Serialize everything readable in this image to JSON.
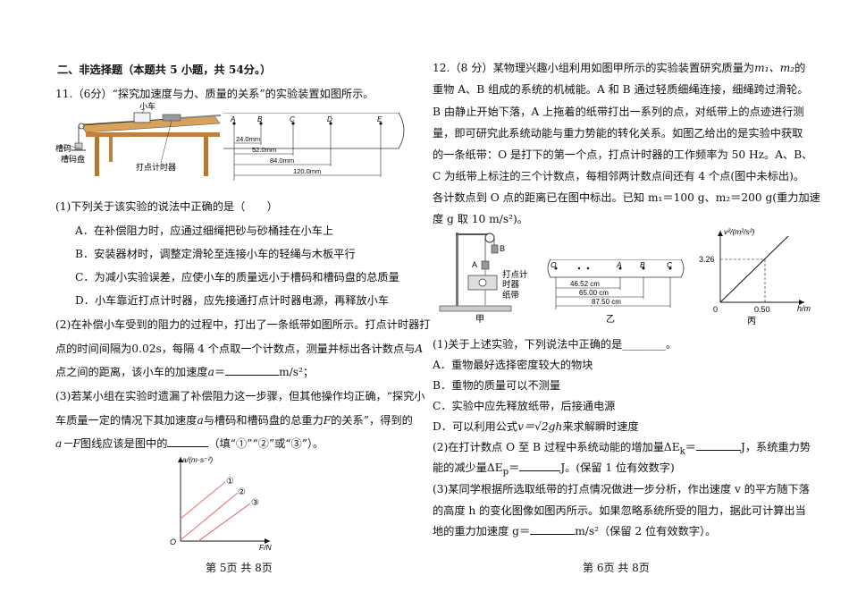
{
  "left": {
    "section_title": "二、非选择题（本题共 5 小题，共 54分。）",
    "q11": {
      "stem": "11.（6分）“探究加速度与力、质量的关系”的实验装置如图所示。",
      "fig": {
        "car": "小车",
        "hook": "槽码",
        "tray": "槽码盘",
        "timer": "打点计时器",
        "tape_points": [
          "A",
          "B",
          "C",
          "D",
          "E"
        ],
        "dims": [
          "24.0mm",
          "52.0mm",
          "84.0mm",
          "120.0mm"
        ]
      },
      "p1": "(1)下列关于该实验的说法中正确的是（　　）",
      "options": [
        "A．在补偿阻力时，应通过细绳把砂与砂桶挂在小车上",
        "B．安装器材时，调整定滑轮至连接小车的轻绳与木板平行",
        "C．为减小实验误差，应使小车的质量远小于槽码和槽码盘的总质量",
        "D．小车靠近打点计时器，应先接通打点计时器电源，再释放小车"
      ],
      "p2_l1": "(2)在补偿小车受到的阻力的过程中，打出了一条纸带如图所示。打点计时器打",
      "p2_l2": "点的时间间隔为0.02s，每隔 4 个点取一个计数点，测量并标出各计数点与",
      "p2_l2_var": "A",
      "p2_l3a": "点之间的距离，该小车的加速度",
      "p2_l3_var": "a",
      "p2_l3b": "＝",
      "p2_l3_unit": "m/s²；",
      "p3_l1": "(3)若某小组在实验时遗漏了补偿阻力这一步骤，但其他操作均正确，“探究小",
      "p3_l2a": "车质量一定的情况下其加速度",
      "p3_l2_a": "a",
      "p3_l2b": "与槽码和槽码盘的总重力",
      "p3_l2_F": "F",
      "p3_l2c": "的关系”，得到的",
      "p3_l3_var": "a－F",
      "p3_l3a": "图线应该是图中的",
      "p3_l3b": "（填“①”“②”或“③”）。",
      "graph": {
        "ylabel": "a/(m·s⁻²)",
        "xlabel": "F/N",
        "origin": "O",
        "lines": [
          "①",
          "②",
          "③"
        ]
      }
    },
    "footer": "第 5页  共 8页"
  },
  "right": {
    "q12": {
      "l1a": "12.（8 分）某物理兴趣小组利用如图甲所示的实验装置研究质量为",
      "l1_m": "m₁、m₂",
      "l1b": "的",
      "l2": "重物 A、B 组成的系统的机械能。A 和 B 通过轻质细绳连接，细绳跨过滑轮。",
      "l3": "B 由静止开始下落，A 上拖着的纸带打出一系列的点，对纸带上的点迹进行测",
      "l4": "量，即可研究此系统动能与重力势能的转化关系。如图乙给出的是实验中获取",
      "l5": "的一条纸带：O 是打下的第一个点，打点计时器的工作频率为 50 Hz。A、B、",
      "l6": "C 为纸带上标注的三个计数点，每相邻两计数点间还有 4 个点(图中未标出)。",
      "l7": "各计数点到 O 点的距离已在图中标出。已知 m₁＝100 g、m₂＝200 g(重力加速",
      "l8": "度 g 取 10 m/s²)。",
      "fig": {
        "jia": "甲",
        "yi": "乙",
        "bing": "丙",
        "A": "A",
        "B": "B",
        "timer": "打点计\n时器",
        "timer_l1": "打点计",
        "timer_l2": "时器",
        "tape": "纸带",
        "tape_points": [
          "O",
          "A",
          "B",
          "C"
        ],
        "dims": [
          "46.52 cm",
          "65.00 cm",
          "87.50 cm"
        ],
        "graph_y": "v²/(m²/s²)",
        "graph_x": "h/m",
        "y_tick": "3.26",
        "x_tick": "0.50",
        "origin": "0"
      },
      "p1": "(1)关于上述实验，下列说法中正确的是________。",
      "options": [
        "A．重物最好选择密度较大的物块",
        "B．重物的质量可以不测量",
        "C．实验中应先释放纸带，后接通电源"
      ],
      "optD_a": "D．可以利用公式",
      "optD_f": "v＝√2gh",
      "optD_b": "来求解瞬时速度",
      "p2_l1a": "(2)在打计数点 O 至 B 过程中系统动能的增加量ΔE",
      "p2_l1b": "k",
      "p2_l1c": "＝",
      "p2_l1d": "J，系统重力势",
      "p2_l2a": "能的减少量ΔE",
      "p2_l2b": "p",
      "p2_l2c": "＝",
      "p2_l2d": "J。(保留 1 位有效数字)",
      "p3_l1": "(3)某同学根据所选取纸带的打点情况做进一步分析，作出速度 v 的平方随下落",
      "p3_l2": "的高度 h 的变化图像如图丙所示。如果忽略系统所受的阻力，据此可计算出当",
      "p3_l3a": "地的重力加速度 g＝",
      "p3_l3b": "m/s²（保留 2 位有效数字）。"
    },
    "footer": "第 6页  共 8页"
  }
}
